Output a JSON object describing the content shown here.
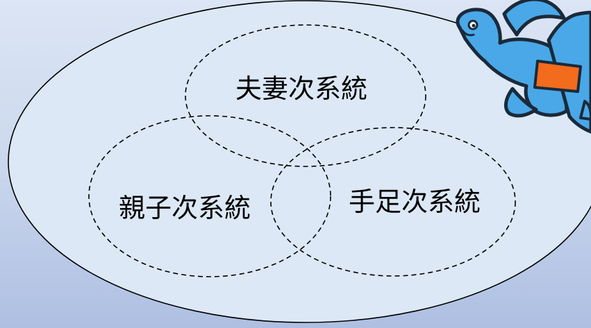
{
  "diagram": {
    "subsystems": [
      {
        "label": "夫妻次系統"
      },
      {
        "label": "親子次系統"
      },
      {
        "label": "手足次系統"
      }
    ],
    "mascot": {
      "icon": "blue-creature-mascot"
    },
    "colors": {
      "background_top": "#dbe5f4",
      "background_bottom": "#aebfe2",
      "family_system_fill": "#dce8f5",
      "outline": "#000000",
      "mascot_body": "#4aa8e8",
      "mascot_band": "#f36b1c"
    }
  }
}
